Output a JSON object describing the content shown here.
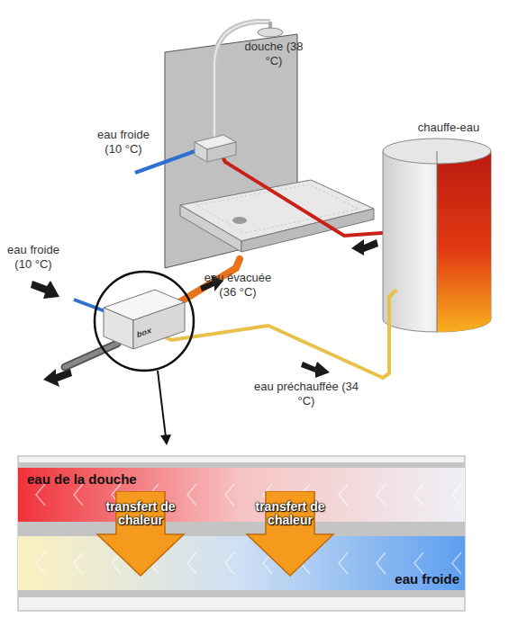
{
  "diagram": {
    "nodes": [
      {
        "text": [
          "eau de la douche"
        ]
      },
      {
        "text": [
          "eau froide"
        ]
      },
      {
        "text": [
          "transfert de chaleur"
        ]
      },
      {
        "text": [
          "transfert de chaleur"
        ]
      }
    ],
    "labels": [
      "douche (38 °C)",
      "eau froide (10 °C)",
      "chauffe-eau",
      "eau froide (10 °C)",
      "eau évacuée (36 °C)",
      "eau préchauffée (34 °C)",
      "box"
    ]
  }
}
